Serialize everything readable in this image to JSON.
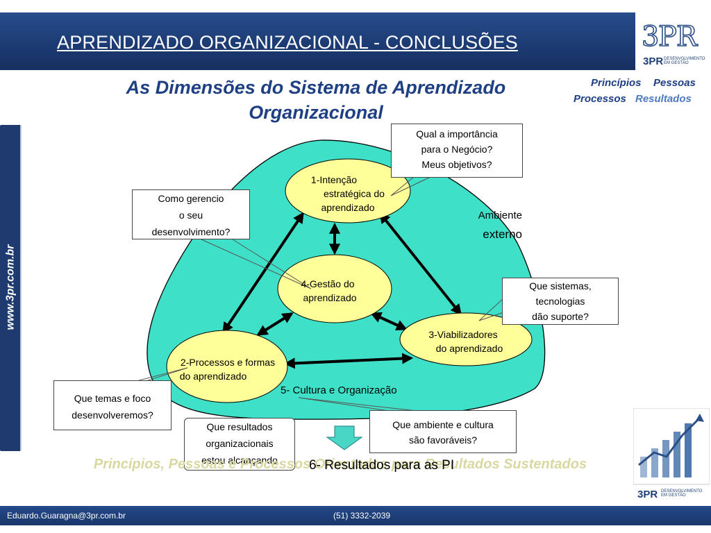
{
  "header": {
    "title": "APRENDIZADO ORGANIZACIONAL - CONCLUSÕES"
  },
  "logo": {
    "mark": "3PR",
    "brand": "3PR",
    "tagline": "DESENVOLVIMENTO EM GESTÃO"
  },
  "sidebar": {
    "url": "www.3pr.com.br"
  },
  "subtitle": {
    "line1": "As Dimensões do Sistema de Aprendizado",
    "line2": "Organizacional"
  },
  "principles": {
    "w1": "Princípios",
    "w2": "Pessoas",
    "w3": "Processos",
    "w4": "Resultados"
  },
  "diagram": {
    "nodes": {
      "intencao": [
        "1-Intenção",
        "estratégica do",
        "aprendizado"
      ],
      "gestao": [
        "4-Gestão do",
        "aprendizado"
      ],
      "viabilizadores": [
        "3-Viabilizadores",
        "do aprendizado"
      ],
      "processos": [
        "2-Processos e formas",
        "do aprendizado"
      ]
    },
    "cultura": "5- Cultura e Organização",
    "ambiente": [
      "Ambiente",
      "externo"
    ],
    "resultados": "6- Resultados para as PI"
  },
  "callouts": {
    "importancia": [
      "Qual a importância",
      "para o Negócio?",
      "Meus objetivos?"
    ],
    "gerencio": [
      "Como gerencio",
      "o seu",
      "desenvolvimento?"
    ],
    "sistemas": [
      "Que sistemas,",
      "tecnologias",
      "dão suporte?"
    ],
    "temas": [
      "Que temas e foco",
      "desenvolveremos?"
    ],
    "resultados_org": [
      "Que resultados",
      "organizacionais",
      "estou alcançando"
    ],
    "ambiente_cultura": [
      "Que ambiente e cultura",
      "são favoráveis?"
    ]
  },
  "watermark": "Princípios, Pessoas e  Processos Orientados  para  Resultados Sustentados",
  "footer": {
    "email": "Eduardo.Guaragna@3pr.com.br",
    "phone": "(51) 3332-2039"
  },
  "colors": {
    "header_blue": "#1e3f7a",
    "teal": "#3fe0c8",
    "ellipse_yellow": "#ffff99",
    "title_blue": "#1f3f85"
  }
}
